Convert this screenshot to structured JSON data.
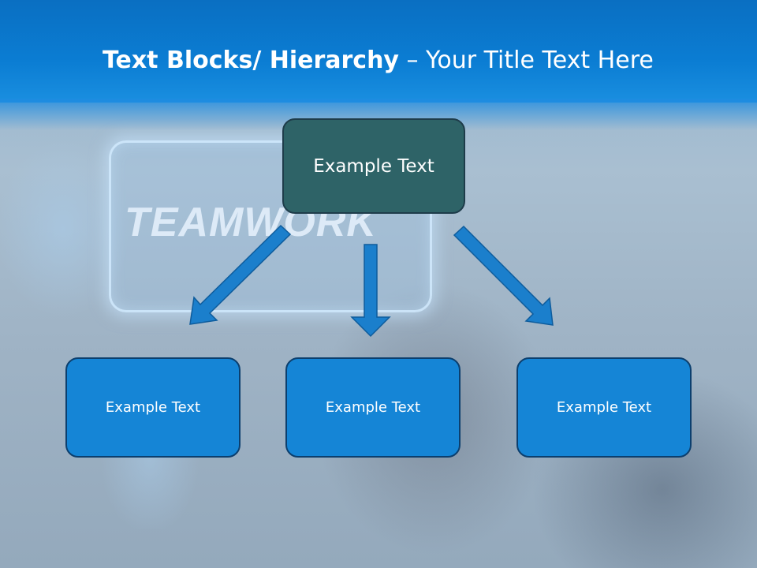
{
  "slide": {
    "title_bold": "Text Blocks/ Hierarchy",
    "title_rest": " – Your Title Text Here",
    "background_word": "TEAMWORK"
  },
  "hierarchy": {
    "root": {
      "label": "Example Text",
      "color": "#2e6367"
    },
    "children": [
      {
        "label": "Example Text",
        "color": "#1585d6"
      },
      {
        "label": "Example Text",
        "color": "#1585d6"
      },
      {
        "label": "Example Text",
        "color": "#1585d6"
      }
    ],
    "arrow_color": "#1b7fcc"
  }
}
